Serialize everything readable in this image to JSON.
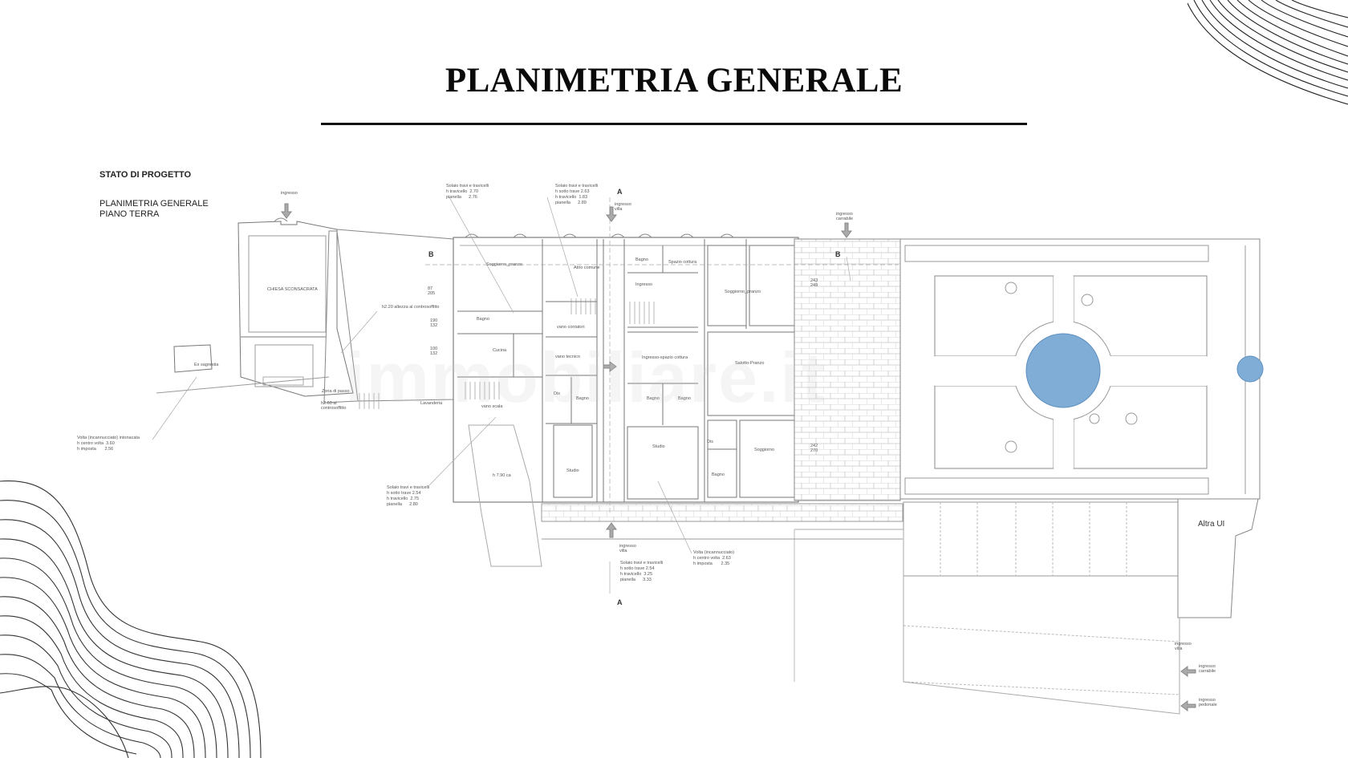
{
  "header": {
    "title": "PLANIMETRIA GENERALE"
  },
  "legend": {
    "status": "STATO DI PROGETTO",
    "plan_name": "PLANIMETRIA GENERALE",
    "floor": "PIANO TERRA"
  },
  "section_markers": {
    "a_top": "A",
    "a_bottom": "A",
    "b_left": "B",
    "b_right": "B"
  },
  "rooms": [
    {
      "id": "chiesa",
      "label": "CHIESA SCONSACRATA"
    },
    {
      "id": "ex-sagrestia",
      "label": "Ex sagrestia"
    },
    {
      "id": "zona-passo",
      "label": "Zona di passo"
    },
    {
      "id": "soggiorno-pranzo-1",
      "label": "Soggiorno_pranzo"
    },
    {
      "id": "bagno-1",
      "label": "Bagno"
    },
    {
      "id": "cucina",
      "label": "Cucina"
    },
    {
      "id": "atrio-comune",
      "label": "Atrio comune"
    },
    {
      "id": "vano-contatori",
      "label": "vano contatori"
    },
    {
      "id": "vano-tecnico",
      "label": "vano tecnico"
    },
    {
      "id": "lavanderia",
      "label": "Lavanderia"
    },
    {
      "id": "vano-scala",
      "label": "vano scala"
    },
    {
      "id": "dis-1",
      "label": "Dis"
    },
    {
      "id": "bagno-2",
      "label": "Bagno"
    },
    {
      "id": "studio-1",
      "label": "Studio"
    },
    {
      "id": "bagno-3",
      "label": "Bagno"
    },
    {
      "id": "spazio-cottura",
      "label": "Spazio cottura"
    },
    {
      "id": "ingresso",
      "label": "Ingresso"
    },
    {
      "id": "soggiorno-pranzo-2",
      "label": "Soggiorno_pranzo"
    },
    {
      "id": "ingresso-spazio-cottura",
      "label": "Ingresso-spazio cottura"
    },
    {
      "id": "bagno-4",
      "label": "Bagno"
    },
    {
      "id": "bagno-5",
      "label": "Bagno"
    },
    {
      "id": "studio-2",
      "label": "Studio"
    },
    {
      "id": "salotto-pranzo",
      "label": "Salotto-Pranzo"
    },
    {
      "id": "dis-2",
      "label": "Dis"
    },
    {
      "id": "bagno-6",
      "label": "Bagno"
    },
    {
      "id": "soggiorno",
      "label": "Soggiorno"
    },
    {
      "id": "altra-ui",
      "label": "Altra UI"
    }
  ],
  "entrances": {
    "chiesa": "ingresso",
    "villa_top": "ingresso villa",
    "carrabile_top": "ingresso carrabile",
    "villa_bottom": "ingresso villa",
    "villa_side": "ingresso villa",
    "carrabile_side": "ingresso carrabile",
    "pedonale_side": "ingresso pedonale"
  },
  "annotations": {
    "solaio_1": {
      "title": "Solaio travi e travicelli",
      "rows": [
        "h travicello  2.70",
        "pianella      2.76"
      ]
    },
    "solaio_2": {
      "title": "Solaio travi e travicelli",
      "rows": [
        "h sotto trave 2.63",
        "h travicello  1.83",
        "pianella      2.89"
      ]
    },
    "volta_left": {
      "title": "Volta (incannucciato) intonacata",
      "rows": [
        "h centro volta  3.60",
        "h imposta       2.56"
      ]
    },
    "solaio_3": {
      "title": "Solaio travi e travicelli",
      "rows": [
        "h sotto trave 2.54",
        "h travicello  2.75",
        "pianella      2.80"
      ]
    },
    "solaio_4": {
      "title": "Solaio travi e travicelli",
      "rows": [
        "h sotto trave 2.54",
        "h travicello  3.25",
        "pianella      3.33"
      ]
    },
    "volta_right": {
      "title": "Volta (incannucciato)",
      "rows": [
        "h centro volta  2.63",
        "h imposta       2.35"
      ]
    },
    "altezza_1": "h2.20 altezza al controsoffitto",
    "altezza_2": "h2.60 al controsoffitto",
    "muro": "h 7.90 ca",
    "dims_a": [
      "243",
      "249"
    ],
    "dims_b": [
      "242",
      "270"
    ],
    "dims_c": [
      "87",
      "205"
    ],
    "dims_d": [
      "190",
      "132"
    ],
    "dims_e": [
      "100",
      "132"
    ]
  },
  "colors": {
    "pool": "#7fadd6",
    "line": "#888888",
    "title": "#0a0a0a"
  },
  "watermark": "immobiliare.it"
}
